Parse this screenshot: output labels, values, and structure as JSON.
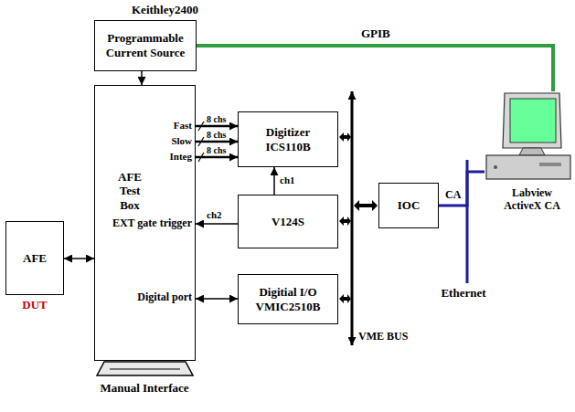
{
  "diagram": {
    "nodes": [
      {
        "text": [
          "Keithley2400",
          "Programmable Current Source"
        ]
      },
      {
        "text": [
          "AFE Test Box"
        ]
      },
      {
        "text": [
          "AFE"
        ]
      },
      {
        "text": [
          "Digitizer ICS110B"
        ]
      },
      {
        "text": [
          "V124S"
        ]
      },
      {
        "text": [
          "Digitial I/O VMIC2510B"
        ]
      },
      {
        "text": [
          "IOC"
        ]
      },
      {
        "text": [
          "Labview ActiveX CA"
        ]
      }
    ],
    "edges": [
      {
        "from": 0,
        "to": 1,
        "arrow": "to"
      },
      {
        "from": 2,
        "to": 1,
        "arrow": "both"
      },
      {
        "from": 1,
        "to": 3,
        "label": "8 chs",
        "arrow": "to"
      },
      {
        "from": 1,
        "to": 3,
        "label": "8 chs",
        "arrow": "to"
      },
      {
        "from": 1,
        "to": 3,
        "label": "8 chs",
        "arrow": "to"
      },
      {
        "from": 4,
        "to": 3,
        "label": "ch1",
        "arrow": "to"
      },
      {
        "from": 4,
        "to": 1,
        "label": "ch2",
        "arrow": "to"
      },
      {
        "from": 1,
        "to": 5,
        "arrow": "both"
      },
      {
        "from": 0,
        "to": 7,
        "label": "GPIB",
        "arrow": "none"
      },
      {
        "from": 6,
        "to": 7,
        "label": "CA",
        "arrow": "none"
      }
    ],
    "labels": [
      "Fast",
      "Slow",
      "Integ",
      "EXT gate trigger",
      "Digital port",
      "DUT",
      "Manual Interface",
      "VME BUS",
      "Ethernet"
    ]
  }
}
